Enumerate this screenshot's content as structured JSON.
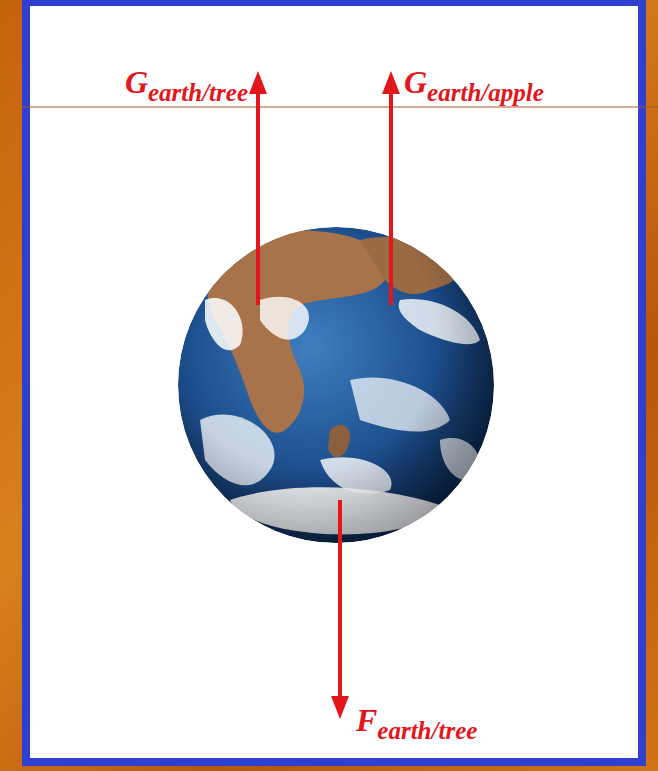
{
  "diagram": {
    "labels": [
      "G",
      "earth/tree",
      "G",
      "earth/apple",
      "F",
      "earth/tree"
    ]
  }
}
